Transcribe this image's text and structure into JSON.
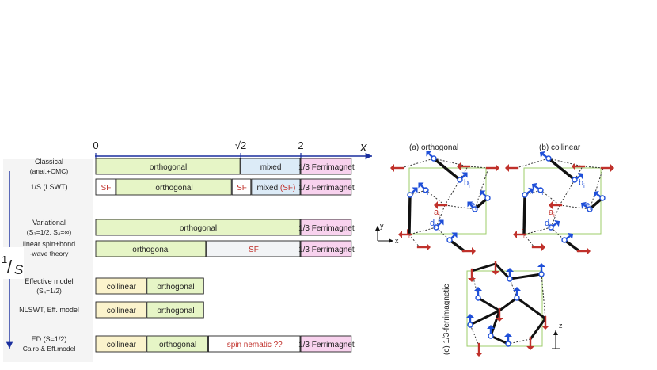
{
  "axis": {
    "ticks": [
      "0",
      "√2",
      "2"
    ],
    "var_label": "x",
    "y_label_num": "1",
    "y_label_den": "S"
  },
  "rows": [
    {
      "label_lines": [
        "Classical",
        "(anal.+CMC)"
      ]
    },
    {
      "label_lines": [
        "1/S (LSWT)"
      ]
    },
    {
      "label_lines": [
        "Variational",
        "(S₃=1/2, S₄=∞)"
      ]
    },
    {
      "label_lines": [
        "linear spin+bond",
        "-wave theory"
      ]
    },
    {
      "label_lines": [
        "Effective model",
        "(S₄=1/2)"
      ]
    },
    {
      "label_lines": [
        "NLSWT, Eff. model"
      ]
    },
    {
      "label_lines": [
        "ED (S=1/2)",
        "Cairo & Eff.model"
      ]
    }
  ],
  "phases": [
    {
      "row": 0,
      "from": 0,
      "to": 1.414,
      "label": "orthogonal",
      "kind": "orthogonal"
    },
    {
      "row": 0,
      "from": 1.414,
      "to": 2,
      "label": "mixed",
      "kind": "mixed"
    },
    {
      "row": 0,
      "from": 2,
      "to": 2.5,
      "label": "1/3 Ferrimagnet",
      "kind": "ferri"
    },
    {
      "row": 1,
      "from": 0,
      "to": 0.2,
      "label": "SF",
      "kind": "sf"
    },
    {
      "row": 1,
      "from": 0.2,
      "to": 1.33,
      "label": "orthogonal",
      "kind": "orthogonal"
    },
    {
      "row": 1,
      "from": 1.33,
      "to": 1.52,
      "label": "SF",
      "kind": "sf"
    },
    {
      "row": 1,
      "from": 1.52,
      "to": 2,
      "label": "mixed",
      "label_extra": "(SF)",
      "kind": "mixed"
    },
    {
      "row": 1,
      "from": 2,
      "to": 2.5,
      "label": "1/3 Ferrimagnet",
      "kind": "ferri"
    },
    {
      "row": 2,
      "from": 0,
      "to": 2,
      "label": "orthogonal",
      "kind": "orthogonal"
    },
    {
      "row": 2,
      "from": 2,
      "to": 2.5,
      "label": "1/3 Ferrimagnet",
      "kind": "ferri"
    },
    {
      "row": 3,
      "from": 0,
      "to": 1.08,
      "label": "orthogonal",
      "kind": "orthogonal"
    },
    {
      "row": 3,
      "from": 1.08,
      "to": 2,
      "label": "SF",
      "kind": "sf-wide"
    },
    {
      "row": 3,
      "from": 2,
      "to": 2.5,
      "label": "1/3 Ferrimagnet",
      "kind": "ferri"
    },
    {
      "row": 4,
      "from": 0,
      "to": 0.5,
      "label": "collinear",
      "kind": "collinear"
    },
    {
      "row": 4,
      "from": 0.5,
      "to": 1.06,
      "label": "orthogonal",
      "kind": "orthogonal"
    },
    {
      "row": 5,
      "from": 0,
      "to": 0.5,
      "label": "collinear",
      "kind": "collinear"
    },
    {
      "row": 5,
      "from": 0.5,
      "to": 1.06,
      "label": "orthogonal",
      "kind": "orthogonal"
    },
    {
      "row": 6,
      "from": 0,
      "to": 0.5,
      "label": "collinear",
      "kind": "collinear"
    },
    {
      "row": 6,
      "from": 0.5,
      "to": 1.1,
      "label": "orthogonal",
      "kind": "orthogonal"
    },
    {
      "row": 6,
      "from": 1.1,
      "to": 2,
      "label": "spin nematic ??",
      "kind": "nematic"
    },
    {
      "row": 6,
      "from": 2,
      "to": 2.5,
      "label": "1/3 Ferrimagnet",
      "kind": "ferri"
    }
  ],
  "colors": {
    "orthogonal": "#e6f5c6",
    "mixed": "#dcebf7",
    "ferri": "#f8d2ee",
    "collinear": "#fbf3cc",
    "sf": "#ffffff",
    "nematic": "#ffffff",
    "red_text": "#c0312b",
    "blue": "#1f4fd8",
    "red_spin": "#c0312b",
    "green_square": "#9ccc6a"
  },
  "panels": {
    "a": {
      "title": "(a) orthogonal"
    },
    "b": {
      "title": "(b) collinear"
    },
    "c": {
      "title": "(c) 1/3-ferrimagnetic"
    }
  },
  "site_labels": {
    "a": "a",
    "b": "b",
    "c": "c",
    "d": "d",
    "e": "e",
    "f": "f",
    "sub": "i"
  },
  "axes_labels": {
    "x": "x",
    "y": "y",
    "z": "z"
  }
}
